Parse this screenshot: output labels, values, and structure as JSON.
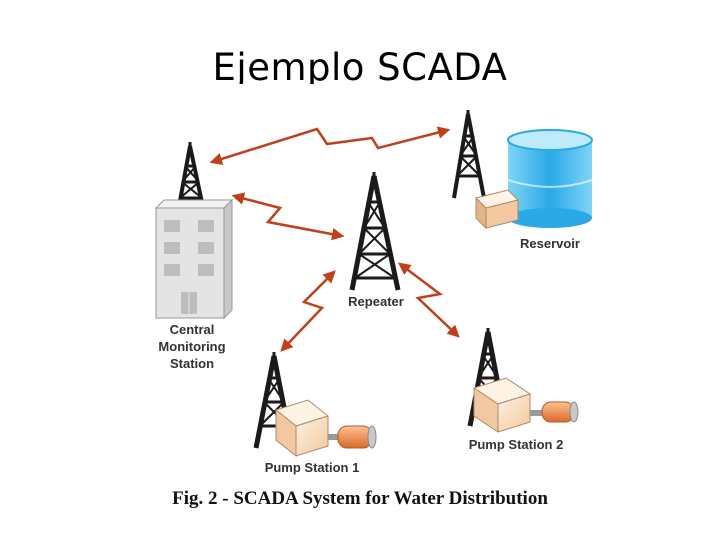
{
  "slide": {
    "title": "Ejemplo SCADA",
    "caption": "Fig. 2 - SCADA System for Water Distribution"
  },
  "diagram": {
    "nodes": {
      "central": {
        "label_lines": [
          "Central",
          "Monitoring",
          "Station"
        ]
      },
      "repeater": {
        "label": "Repeater"
      },
      "reservoir": {
        "label": "Reservoir"
      },
      "pump1": {
        "label": "Pump Station 1"
      },
      "pump2": {
        "label": "Pump Station 2"
      }
    },
    "colors": {
      "link": "#c0401b",
      "tower": "#1a1a1a",
      "building": "#e4e4e4",
      "box": "#f8dcc0",
      "pump": "#e8874a",
      "tank": "#3cb6ee"
    }
  }
}
